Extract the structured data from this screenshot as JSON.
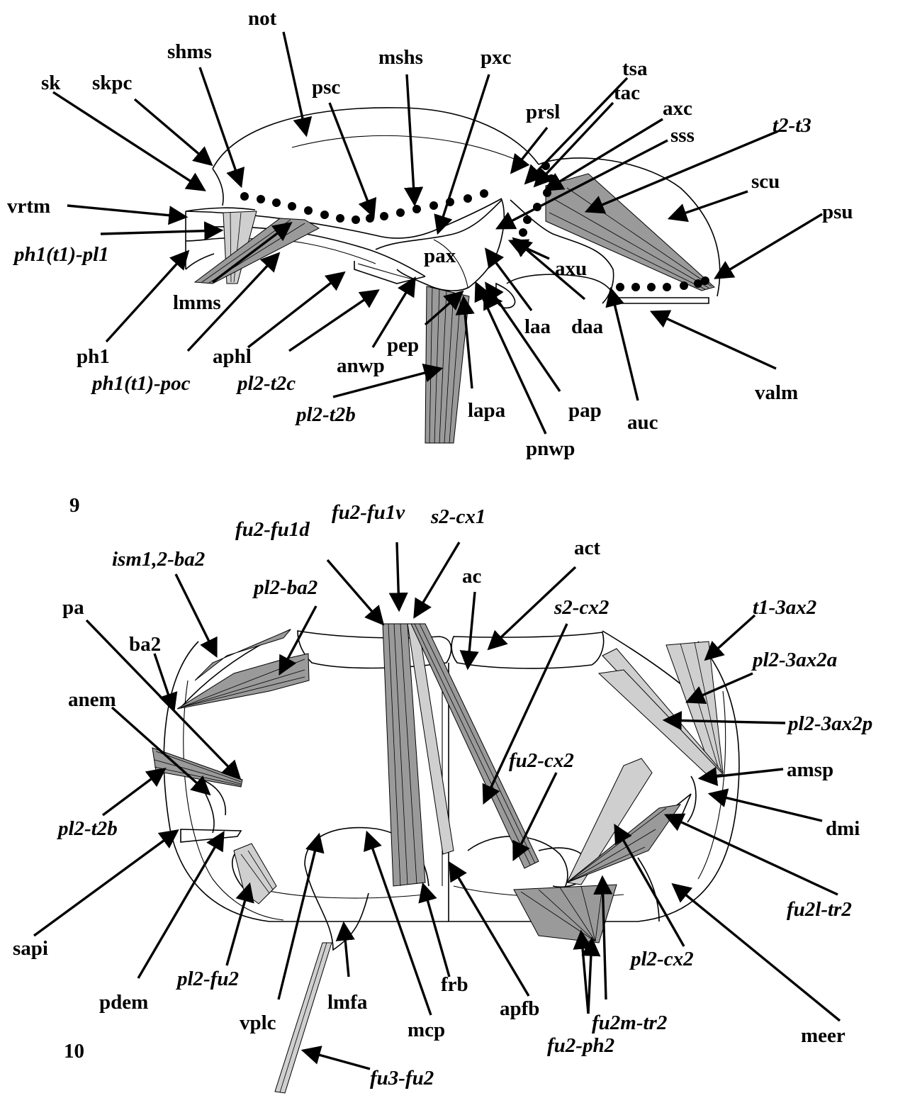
{
  "figures": {
    "fig9": {
      "number": "9",
      "labels": {
        "not": "not",
        "mshs": "mshs",
        "pxc": "pxc",
        "shms": "shms",
        "psc": "psc",
        "tsa": "tsa",
        "tac": "tac",
        "sk": "sk",
        "skpc": "skpc",
        "prsl": "prsl",
        "axc": "axc",
        "sss": "sss",
        "t2_t3": "t2-t3",
        "scu": "scu",
        "vrtm": "vrtm",
        "psu": "psu",
        "ph1t1_pl1": "ph1(t1)-pl1",
        "pax": "pax",
        "axu": "axu",
        "lmms": "lmms",
        "laa": "laa",
        "daa": "daa",
        "pep": "pep",
        "ph1": "ph1",
        "aphl": "aphl",
        "anwp": "anwp",
        "valm": "valm",
        "ph1t1_poc": "ph1(t1)-poc",
        "pl2_t2c": "pl2-t2c",
        "pl2_t2b": "pl2-t2b",
        "lapa": "lapa",
        "pap": "pap",
        "auc": "auc",
        "pnwp": "pnwp"
      }
    },
    "fig10": {
      "number": "10",
      "labels": {
        "fu2_fu1v": "fu2-fu1v",
        "s2_cx1": "s2-cx1",
        "fu2_fu1d": "fu2-fu1d",
        "act": "act",
        "ism12_ba2": "ism1,2-ba2",
        "ac": "ac",
        "pl2_ba2": "pl2-ba2",
        "s2_cx2": "s2-cx2",
        "t1_3ax2": "t1-3ax2",
        "pa": "pa",
        "ba2": "ba2",
        "pl2_3ax2a": "pl2-3ax2a",
        "anem": "anem",
        "pl2_3ax2p": "pl2-3ax2p",
        "fu2_cx2": "fu2-cx2",
        "amsp": "amsp",
        "dmi": "dmi",
        "pl2_t2b": "pl2-t2b",
        "fu2l_tr2": "fu2l-tr2",
        "sapi": "sapi",
        "pl2_cx2": "pl2-cx2",
        "pl2_fu2": "pl2-fu2",
        "pdem": "pdem",
        "lmfa": "lmfa",
        "frb": "frb",
        "vplc": "vplc",
        "apfb": "apfb",
        "fu2m_tr2": "fu2m-tr2",
        "meer": "meer",
        "mcp": "mcp",
        "fu2_ph2": "fu2-ph2",
        "fu3_fu2": "fu3-fu2"
      }
    }
  }
}
